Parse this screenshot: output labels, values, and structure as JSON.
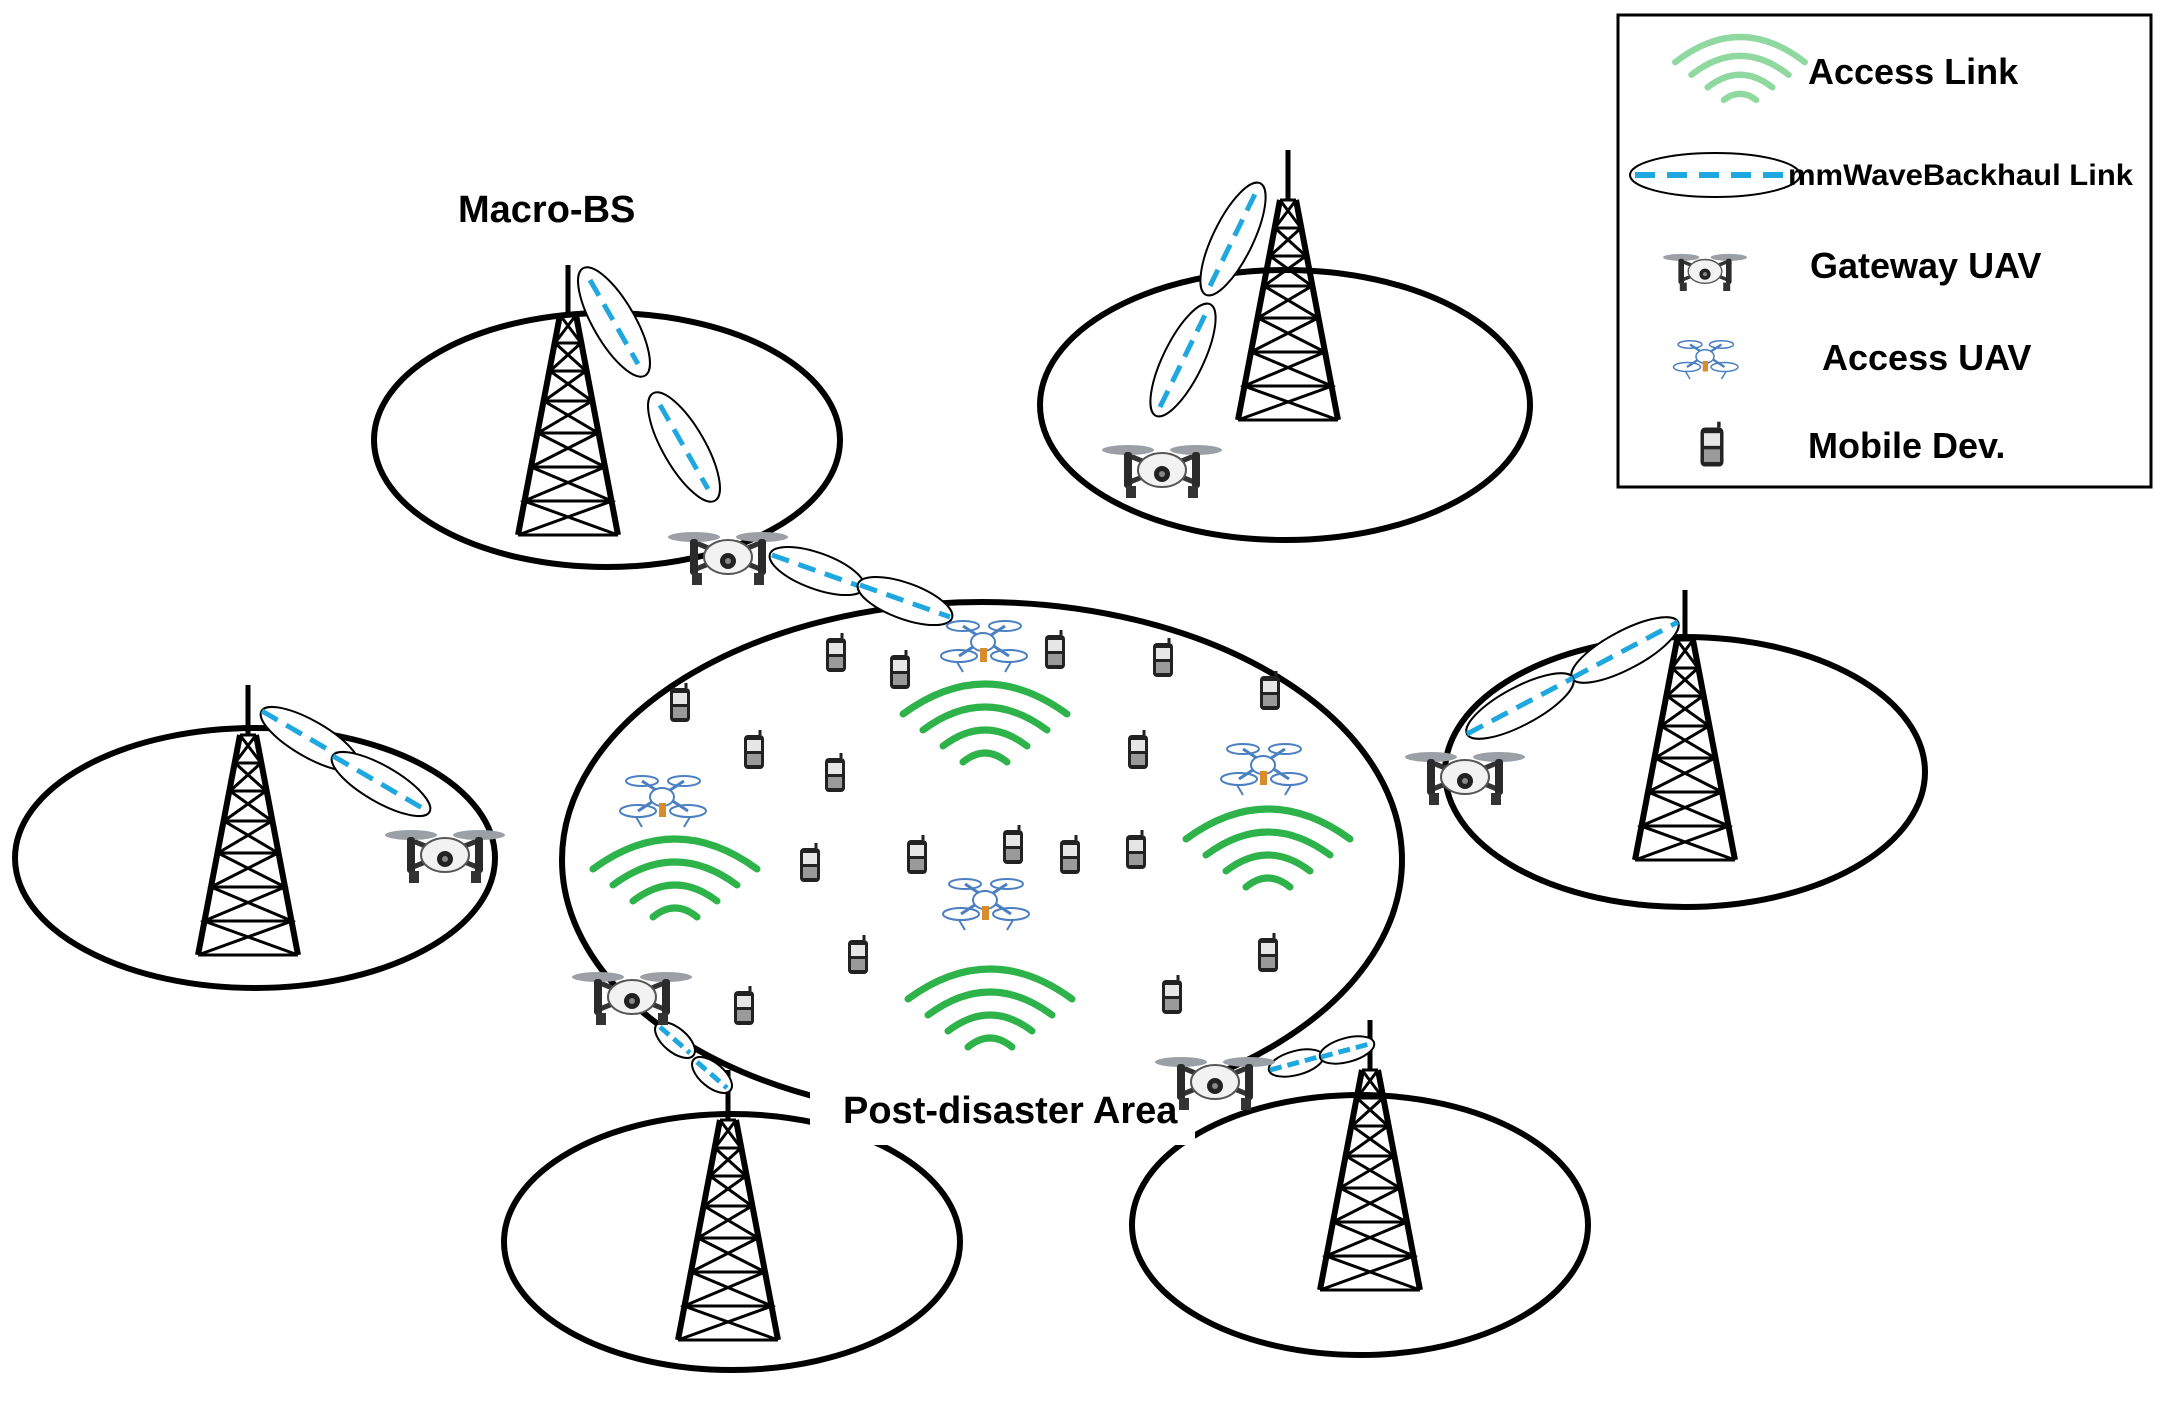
{
  "labels": {
    "macro_bs": "Macro-BS",
    "post_disaster_area": "Post-disaster Area"
  },
  "legend": {
    "access_link": "Access Link",
    "mmwave_backhaul_link": "mmWaveBackhaul Link",
    "gateway_uav": "Gateway UAV",
    "access_uav": "Access UAV",
    "mobile_dev": "Mobile Dev."
  },
  "colors": {
    "access_link": "#2db34a",
    "backhaul": "#1fa8e0",
    "outline": "#000000",
    "gateway_uav_body": "#e8e8e8",
    "access_uav_frame": "#4a7fc1"
  },
  "icons": {
    "tower": "tower-icon",
    "gateway_uav": "gateway-uav-icon",
    "access_uav": "access-uav-icon",
    "mobile_device": "mobile-device-icon",
    "access_link": "access-link-icon",
    "backhaul_link": "backhaul-link-icon"
  }
}
